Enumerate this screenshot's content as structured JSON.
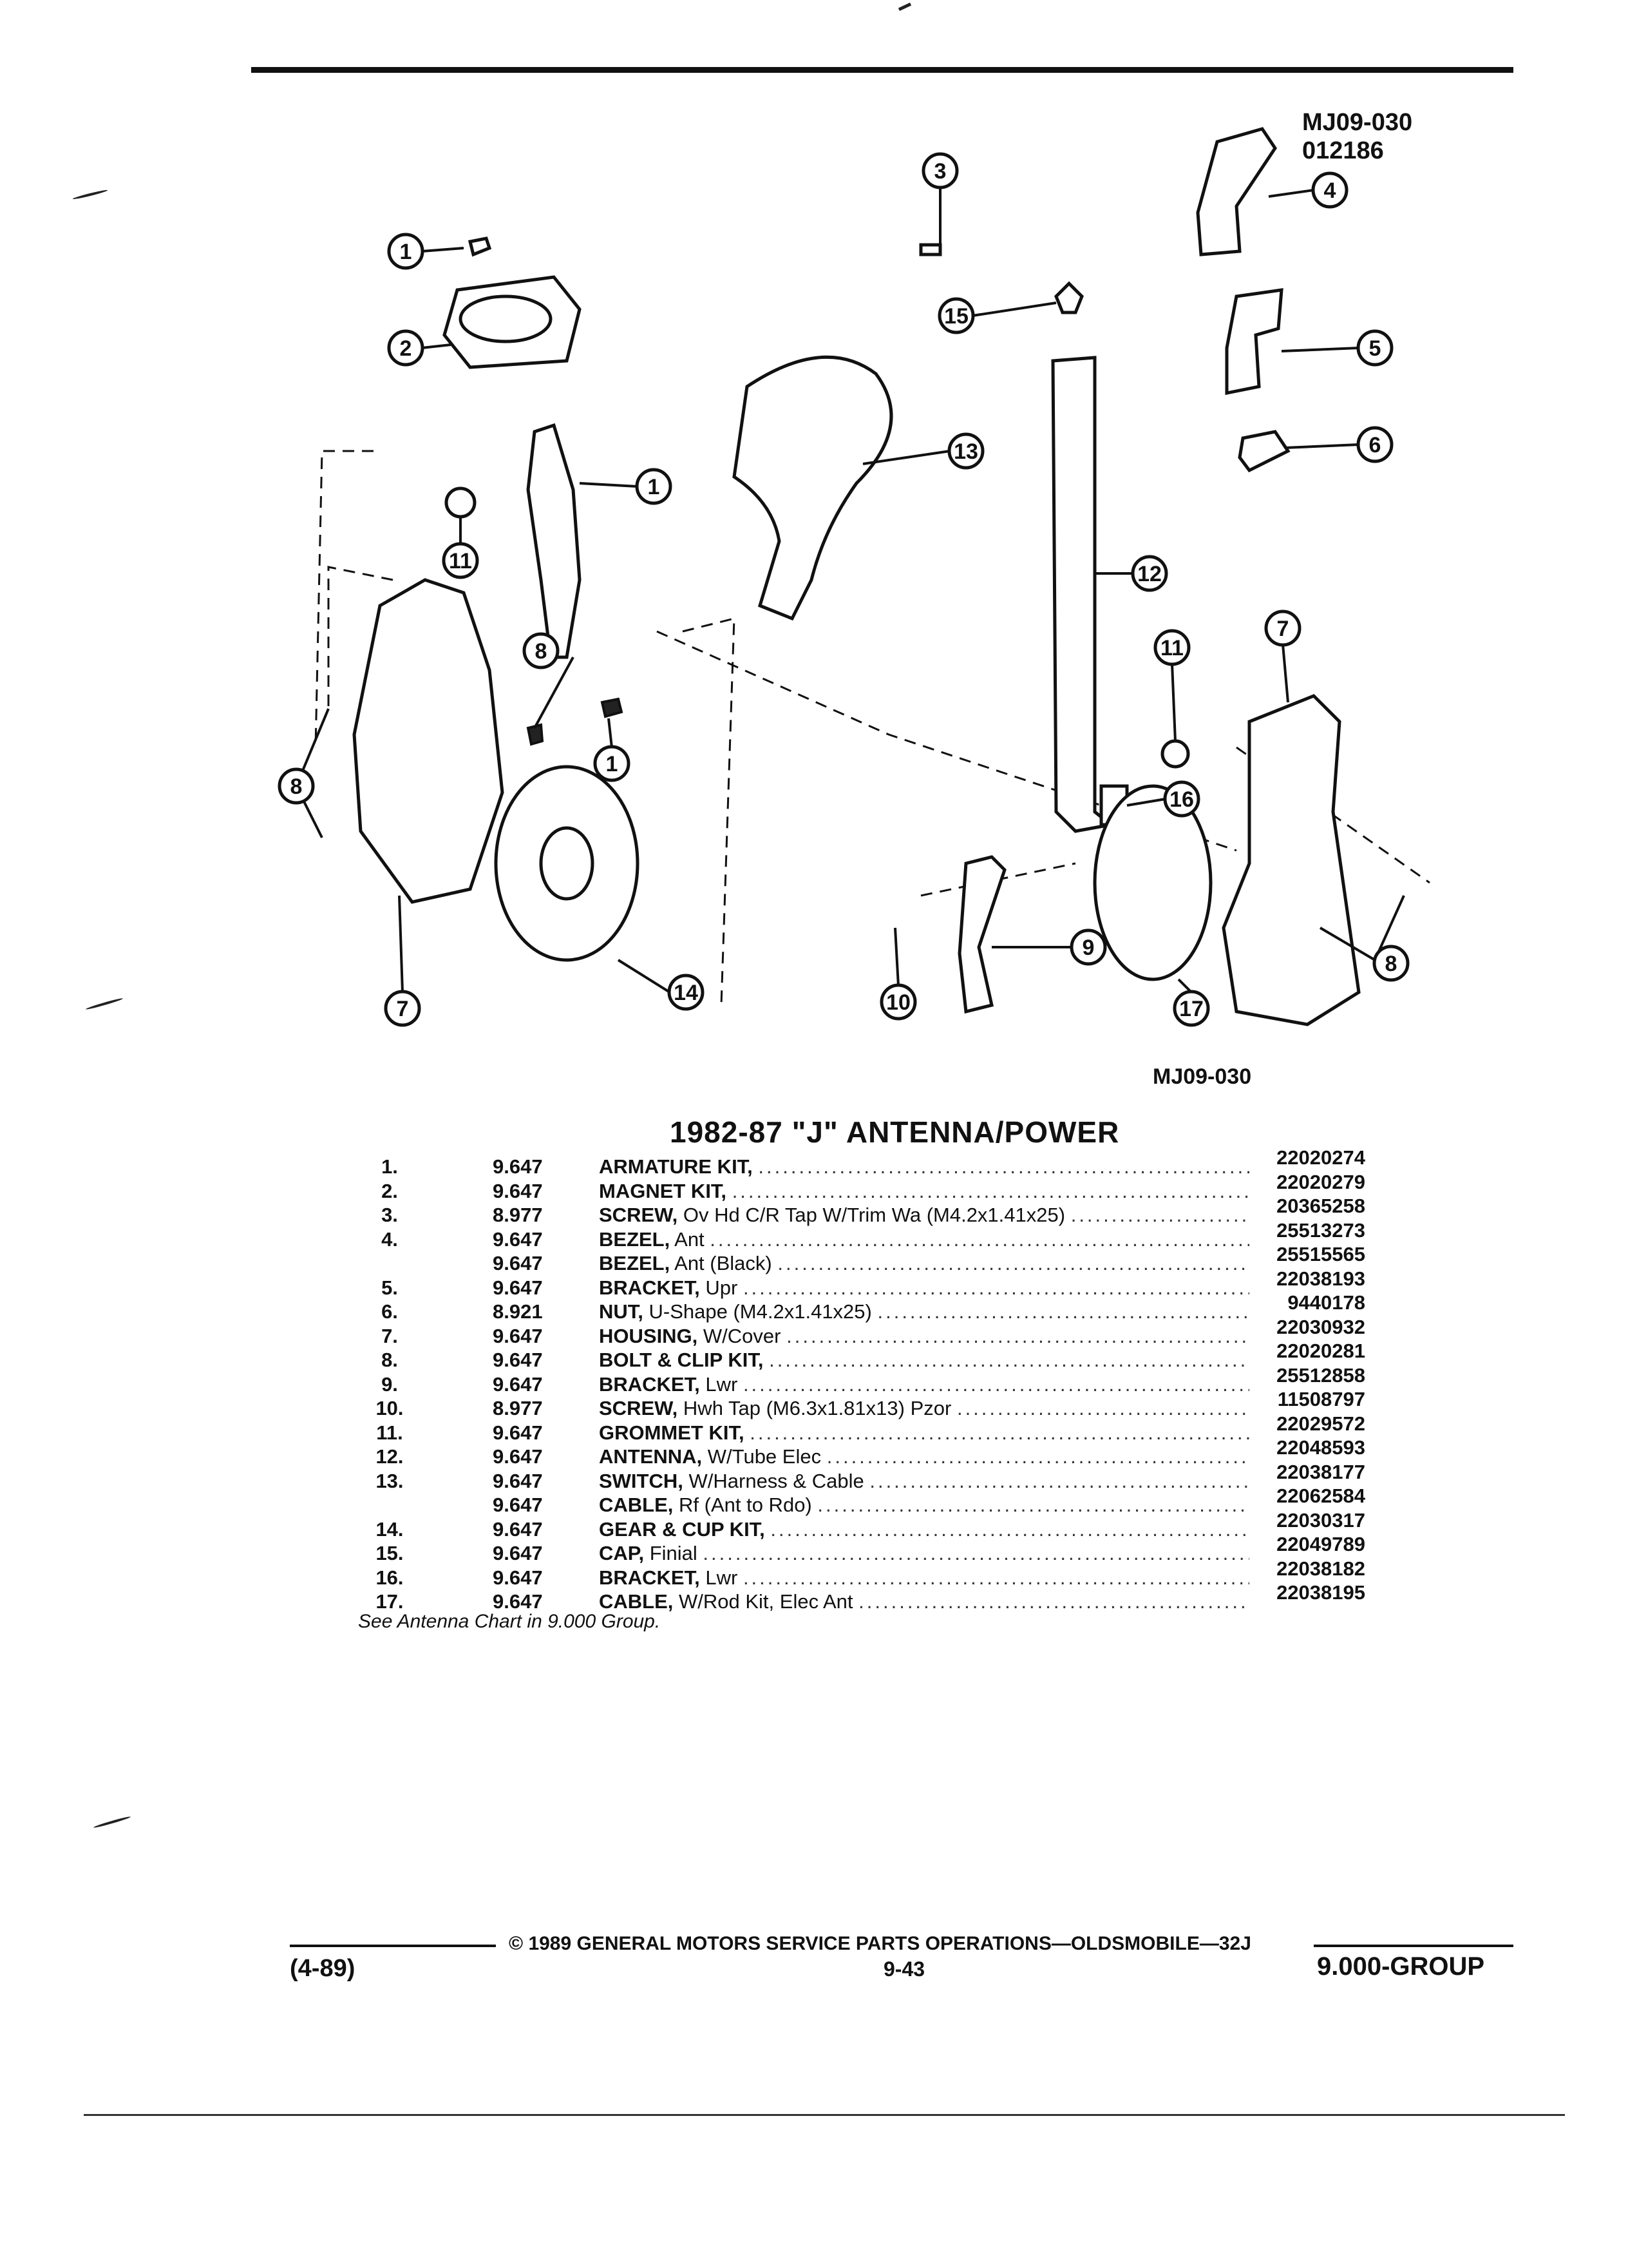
{
  "figure": {
    "code_top": "MJ09-030",
    "date_code": "012186",
    "code_bottom": "MJ09-030",
    "callouts": [
      "1",
      "2",
      "3",
      "4",
      "5",
      "6",
      "7",
      "8",
      "9",
      "10",
      "11",
      "12",
      "13",
      "14",
      "15",
      "16",
      "17"
    ]
  },
  "title": "1982-87 \"J\" ANTENNA/POWER",
  "parts": [
    {
      "num": "1.",
      "group": "9.647",
      "name": "ARMATURE KIT,",
      "detail": "",
      "part_number": "22020274"
    },
    {
      "num": "2.",
      "group": "9.647",
      "name": "MAGNET KIT,",
      "detail": "",
      "part_number": "22020279"
    },
    {
      "num": "3.",
      "group": "8.977",
      "name": "SCREW,",
      "detail": "Ov Hd C/R Tap W/Trim Wa (M4.2x1.41x25)",
      "part_number": "20365258"
    },
    {
      "num": "4.",
      "group": "9.647",
      "name": "BEZEL,",
      "detail": "Ant",
      "part_number": "25513273"
    },
    {
      "num": "",
      "group": "9.647",
      "name": "BEZEL,",
      "detail": "Ant (Black)",
      "part_number": "25515565"
    },
    {
      "num": "5.",
      "group": "9.647",
      "name": "BRACKET,",
      "detail": "Upr",
      "part_number": "22038193"
    },
    {
      "num": "6.",
      "group": "8.921",
      "name": "NUT,",
      "detail": "U-Shape (M4.2x1.41x25)",
      "part_number": "9440178"
    },
    {
      "num": "7.",
      "group": "9.647",
      "name": "HOUSING,",
      "detail": "W/Cover",
      "part_number": "22030932"
    },
    {
      "num": "8.",
      "group": "9.647",
      "name": "BOLT & CLIP KIT,",
      "detail": "",
      "part_number": "22020281"
    },
    {
      "num": "9.",
      "group": "9.647",
      "name": "BRACKET,",
      "detail": "Lwr",
      "part_number": "25512858"
    },
    {
      "num": "10.",
      "group": "8.977",
      "name": "SCREW,",
      "detail": "Hwh Tap (M6.3x1.81x13) Pzor",
      "part_number": "11508797"
    },
    {
      "num": "11.",
      "group": "9.647",
      "name": "GROMMET KIT,",
      "detail": "",
      "part_number": "22029572"
    },
    {
      "num": "12.",
      "group": "9.647",
      "name": "ANTENNA,",
      "detail": "W/Tube Elec",
      "part_number": "22048593"
    },
    {
      "num": "13.",
      "group": "9.647",
      "name": "SWITCH,",
      "detail": "W/Harness & Cable",
      "part_number": "22038177"
    },
    {
      "num": "",
      "group": "9.647",
      "name": "CABLE,",
      "detail": "Rf (Ant to Rdo)",
      "part_number": "22062584"
    },
    {
      "num": "14.",
      "group": "9.647",
      "name": "GEAR & CUP KIT,",
      "detail": "",
      "part_number": "22030317"
    },
    {
      "num": "15.",
      "group": "9.647",
      "name": "CAP,",
      "detail": "Finial",
      "part_number": "22049789"
    },
    {
      "num": "16.",
      "group": "9.647",
      "name": "BRACKET,",
      "detail": "Lwr",
      "part_number": "22038182"
    },
    {
      "num": "17.",
      "group": "9.647",
      "name": "CABLE,",
      "detail": "W/Rod Kit, Elec Ant",
      "part_number": "22038195"
    }
  ],
  "note": "See Antenna Chart in 9.000 Group.",
  "footer": {
    "copyright": "© 1989 GENERAL MOTORS SERVICE PARTS OPERATIONS—OLDSMOBILE—32J",
    "page": "9-43",
    "date": "(4-89)",
    "group": "9.000-GROUP"
  }
}
